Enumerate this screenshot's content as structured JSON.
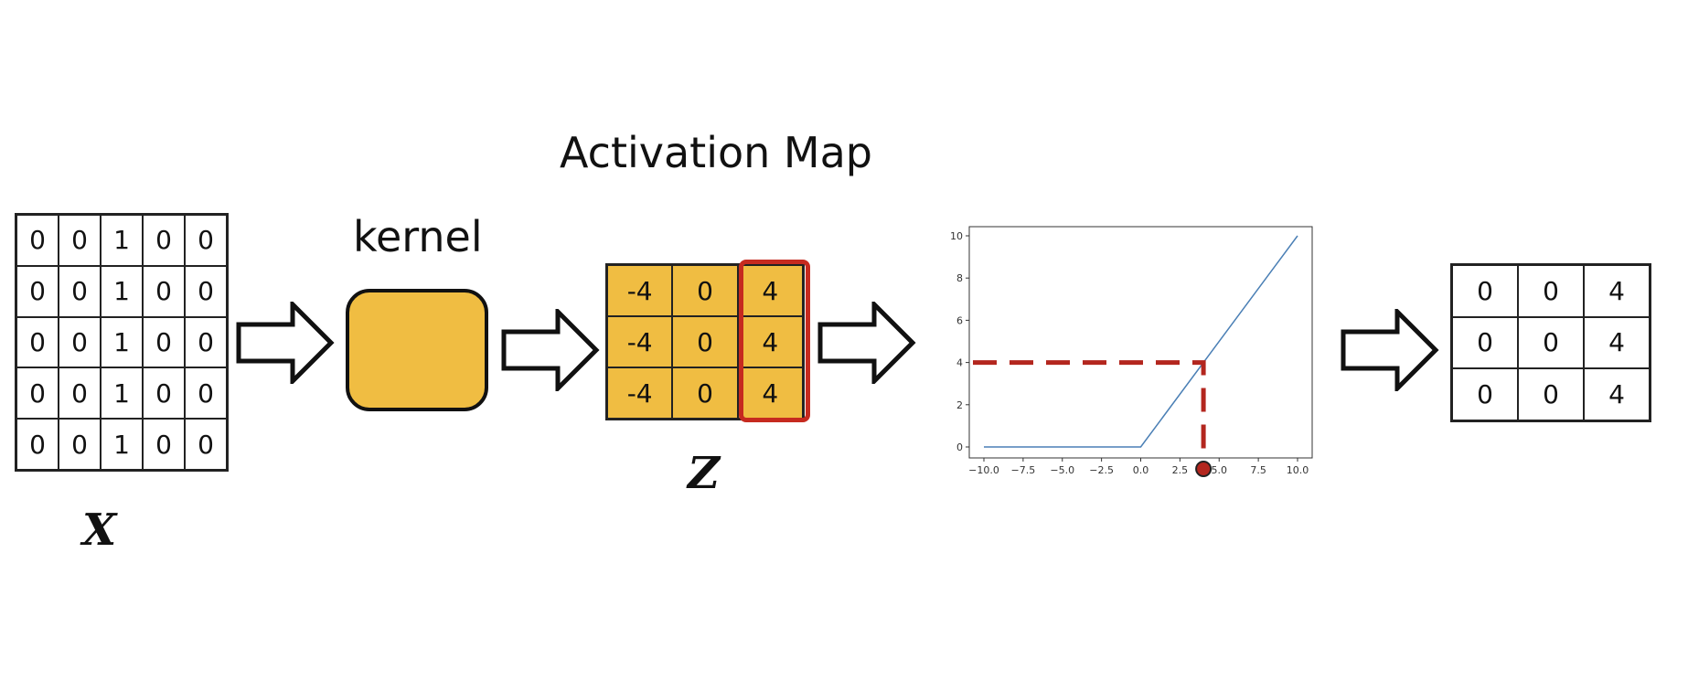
{
  "titles": {
    "activation_map": "Activation Map",
    "kernel": "kernel"
  },
  "labels": {
    "x": "X",
    "z": "Z"
  },
  "input_grid": [
    [
      "0",
      "0",
      "1",
      "0",
      "0"
    ],
    [
      "0",
      "0",
      "1",
      "0",
      "0"
    ],
    [
      "0",
      "0",
      "1",
      "0",
      "0"
    ],
    [
      "0",
      "0",
      "1",
      "0",
      "0"
    ],
    [
      "0",
      "0",
      "1",
      "0",
      "0"
    ]
  ],
  "z_grid": [
    [
      "-4",
      "0",
      "4"
    ],
    [
      "-4",
      "0",
      "4"
    ],
    [
      "-4",
      "0",
      "4"
    ]
  ],
  "output_grid": [
    [
      "0",
      "0",
      "4"
    ],
    [
      "0",
      "0",
      "4"
    ],
    [
      "0",
      "0",
      "4"
    ]
  ],
  "colors": {
    "kernel_fill": "#f0bd42",
    "highlight": "#c62a1f",
    "relu_line": "#4a7fb5",
    "dashed": "#b3261e"
  },
  "chart_data": {
    "type": "line",
    "series": [
      {
        "x": [
          -10,
          0,
          10
        ],
        "y": [
          0,
          0,
          10
        ]
      }
    ],
    "xlim": [
      -10,
      10
    ],
    "ylim": [
      0,
      10
    ],
    "xticks": [
      "−10.0",
      "−7.5",
      "−5.0",
      "−2.5",
      "0.0",
      "2.5",
      "5.0",
      "7.5",
      "10.0"
    ],
    "yticks": [
      "0",
      "2",
      "4",
      "6",
      "8",
      "10"
    ],
    "annotation_point": {
      "x": 4,
      "y": 4
    }
  }
}
